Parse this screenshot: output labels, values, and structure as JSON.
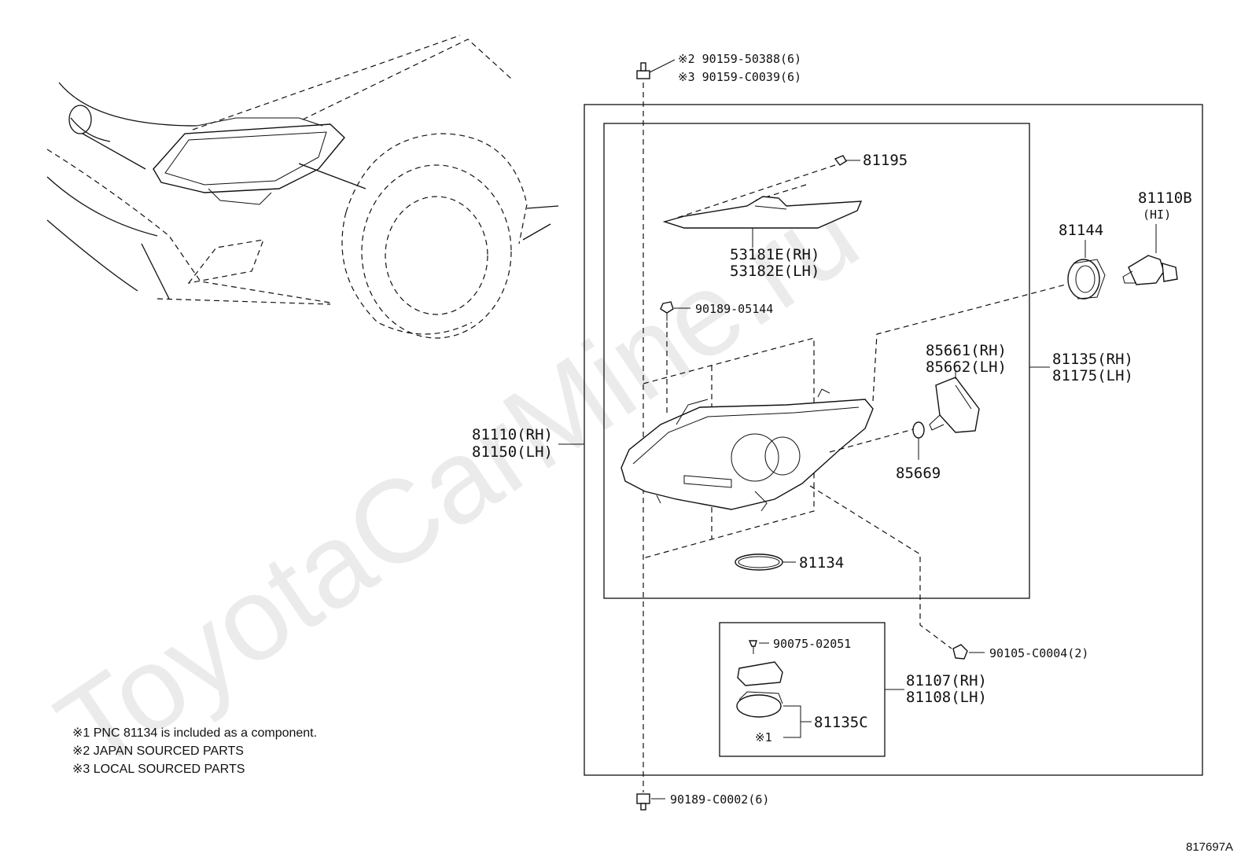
{
  "watermark": "ToyotaCarMine.ru",
  "figure_id": "817697A",
  "notes": [
    "※1 PNC 81134 is included as a component.",
    "※2 JAPAN SOURCED PARTS",
    "※3 LOCAL SOURCED PARTS"
  ],
  "parts": {
    "bolt_top_jp": "※2 90159-50388(6)",
    "bolt_top_local": "※3 90159-C0039(6)",
    "p81195": "81195",
    "p53181e": "53181E(RH)",
    "p53182e": "53182E(LH)",
    "p90189_05144": "90189-05144",
    "p81110b": "81110B",
    "p81110b_sub": "(HI)",
    "p81144": "81144",
    "p85661": "85661(RH)",
    "p85662": "85662(LH)",
    "p81135": "81135(RH)",
    "p81175": "81175(LH)",
    "p81110": "81110(RH)",
    "p81150": "81150(LH)",
    "p85669": "85669",
    "p81134": "81134",
    "p90105": "90105-C0004(2)",
    "p90075": "90075-02051",
    "p81107": "81107(RH)",
    "p81108": "81108(LH)",
    "p81135c": "81135C",
    "mark1": "※1",
    "p90189_c0002": "90189-C0002(6)"
  }
}
